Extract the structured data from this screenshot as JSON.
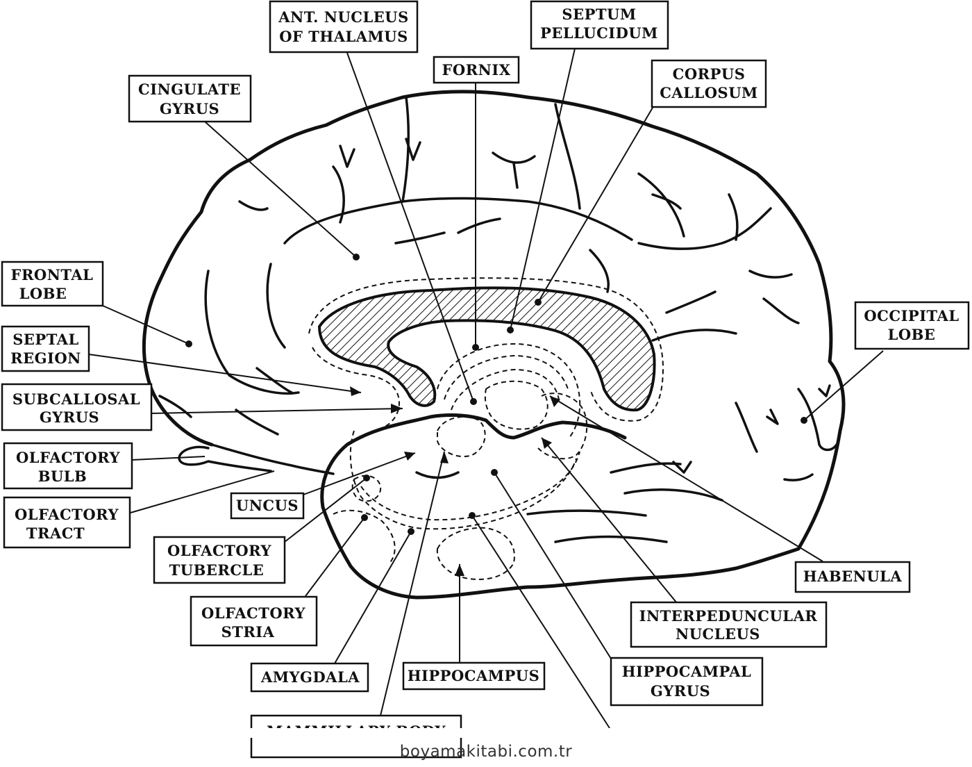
{
  "labels": {
    "ant_nucleus": [
      "ANT. NUCLEUS",
      "OF THALAMUS"
    ],
    "septum": [
      "SEPTUM",
      "PELLUCIDUM"
    ],
    "fornix": [
      "FORNIX"
    ],
    "corpus": [
      "CORPUS",
      "CALLOSUM"
    ],
    "cingulate": [
      "CINGULATE",
      "GYRUS"
    ],
    "frontal": [
      "FRONTAL",
      "LOBE"
    ],
    "septal": [
      "SEPTAL",
      "REGION"
    ],
    "subcallosal": [
      "SUBCALLOSAL",
      "GYRUS"
    ],
    "olf_bulb": [
      "OLFACTORY",
      "BULB"
    ],
    "olf_tract": [
      "OLFACTORY",
      "TRACT"
    ],
    "uncus": [
      "UNCUS"
    ],
    "olf_tubercle": [
      "OLFACTORY",
      "TUBERCLE"
    ],
    "olf_stria": [
      "OLFACTORY",
      "STRIA"
    ],
    "amygdala": [
      "AMYGDALA"
    ],
    "hippocampus": [
      "HIPPOCAMPUS"
    ],
    "mammillary": [
      "MAMMILLARY BODY"
    ],
    "occipital": [
      "OCCIPITAL",
      "LOBE"
    ],
    "habenula": [
      "HABENULA"
    ],
    "interpeduncular": [
      "INTERPEDUNCULAR",
      "NUCLEUS"
    ],
    "hippocampal_gyrus": [
      "HIPPOCAMPAL",
      "GYRUS"
    ]
  },
  "footer": {
    "watermark": "boyamakitabi.com.tr"
  }
}
